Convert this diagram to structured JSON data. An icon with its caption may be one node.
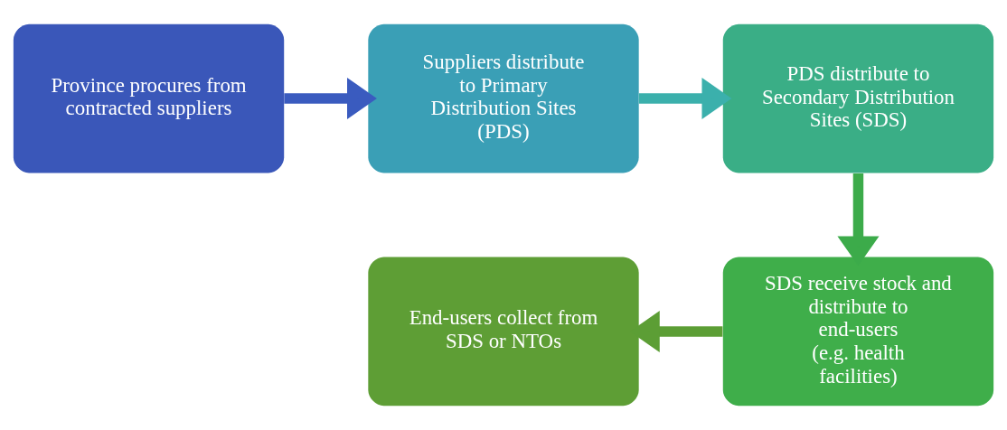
{
  "diagram": {
    "nodes": [
      {
        "text": [
          "Province procures from contracted suppliers"
        ]
      },
      {
        "text": [
          "Suppliers distribute to Primary Distribution Sites (PDS)"
        ]
      },
      {
        "text": [
          "PDS distribute to Secondary Distribution Sites (SDS)"
        ]
      },
      {
        "text": [
          "SDS receive stock and distribute to end-users",
          "(e.g. health facilities)"
        ]
      },
      {
        "text": [
          "End-users collect from SDS or NTOs"
        ]
      }
    ],
    "edges": [
      {
        "from": 0,
        "to": 1,
        "arrow": "to",
        "color": "#3a5bbf"
      },
      {
        "from": 1,
        "to": 2,
        "arrow": "to",
        "color": "#3bb0ac"
      },
      {
        "from": 2,
        "to": 3,
        "arrow": "to",
        "color": "#3cab4a"
      },
      {
        "from": 3,
        "to": 4,
        "arrow": "to",
        "color": "#5c9e35"
      }
    ]
  }
}
